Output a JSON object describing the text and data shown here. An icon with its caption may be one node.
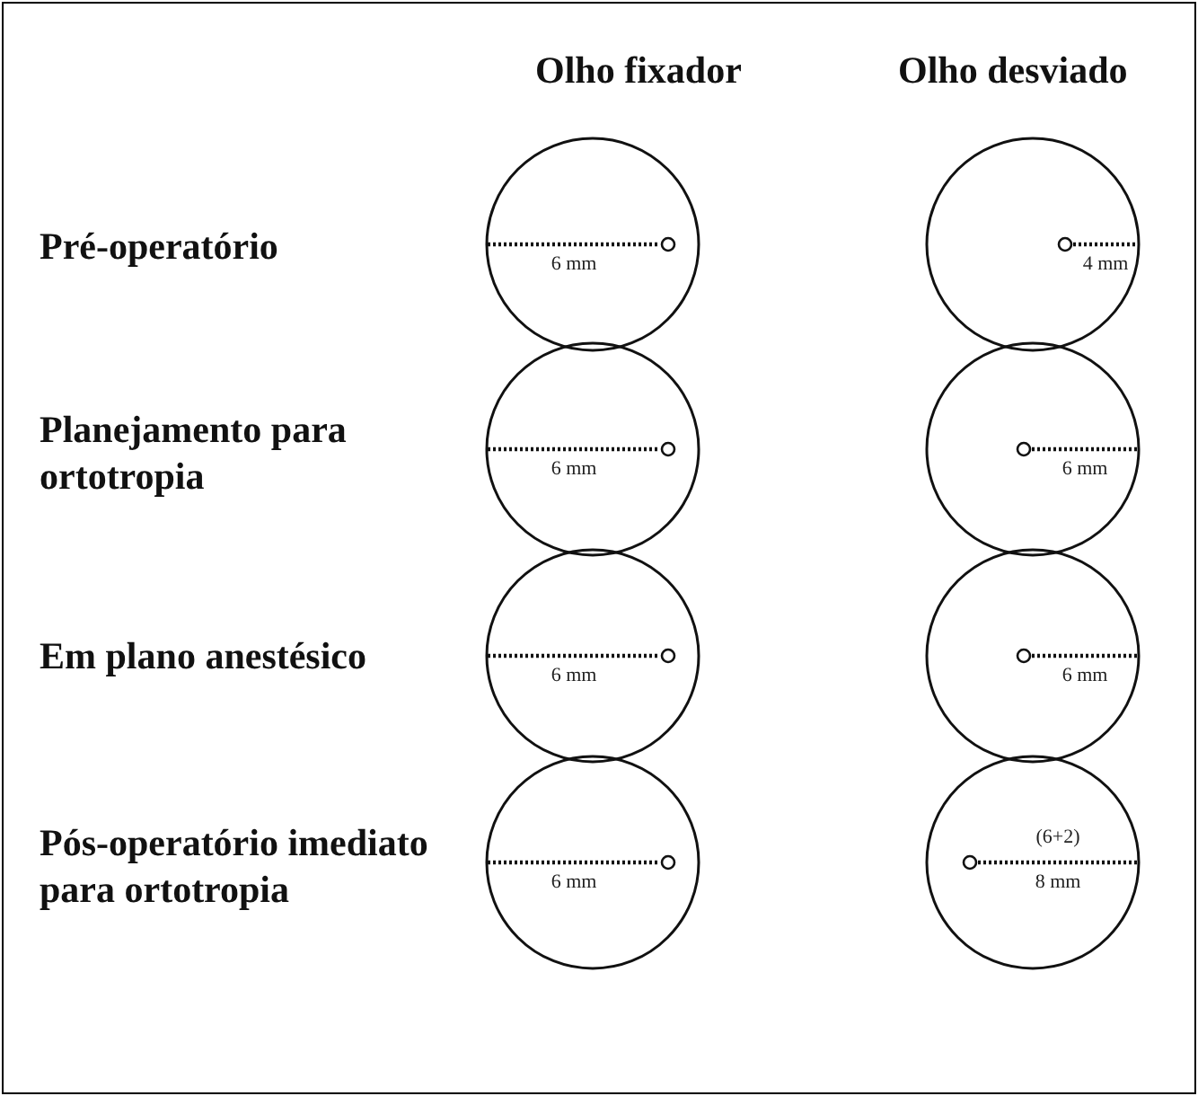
{
  "diagram": {
    "nodes": [
      {
        "text": [
          "6 mm"
        ]
      },
      {
        "text": [
          "4 mm"
        ]
      },
      {
        "text": [
          "6 mm"
        ]
      },
      {
        "text": [
          "6 mm"
        ]
      },
      {
        "text": [
          "6 mm"
        ]
      },
      {
        "text": [
          "6 mm"
        ]
      },
      {
        "text": [
          "6 mm"
        ]
      },
      {
        "text": [
          "(6+2)",
          "8 mm"
        ]
      }
    ],
    "labels": [
      "Olho fixador",
      "Olho desviado",
      "Pré-operatório",
      "Planejamento para ortotropia",
      "Em plano anestésico",
      "Pós-operatório imediato para ortotropia"
    ]
  }
}
